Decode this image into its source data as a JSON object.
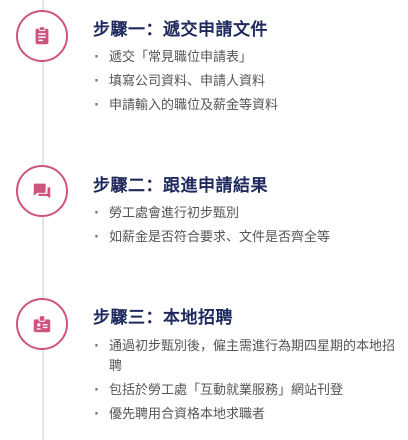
{
  "colors": {
    "accent": "#d0537f",
    "title": "#1e2a5e",
    "text": "#555555",
    "line": "#e6e6e6"
  },
  "steps": [
    {
      "icon": "clipboard-icon",
      "title": "步驟一：遞交申請文件",
      "items": [
        "遞交「常見職位申請表」",
        "填寫公司資料、申請人資料",
        "申請輸入的職位及薪金等資料"
      ]
    },
    {
      "icon": "chat-bubble-icon",
      "title": "步驟二：跟進申請結果",
      "items": [
        "勞工處會進行初步甄別",
        "如薪金是否符合要求、文件是否齊全等"
      ]
    },
    {
      "icon": "id-badge-icon",
      "title": "步驟三：本地招聘",
      "items": [
        "通過初步甄別後，僱主需進行為期四星期的本地招聘",
        "包括於勞工處「互動就業服務」網站刊登",
        "優先聘用合資格本地求職者"
      ]
    }
  ]
}
